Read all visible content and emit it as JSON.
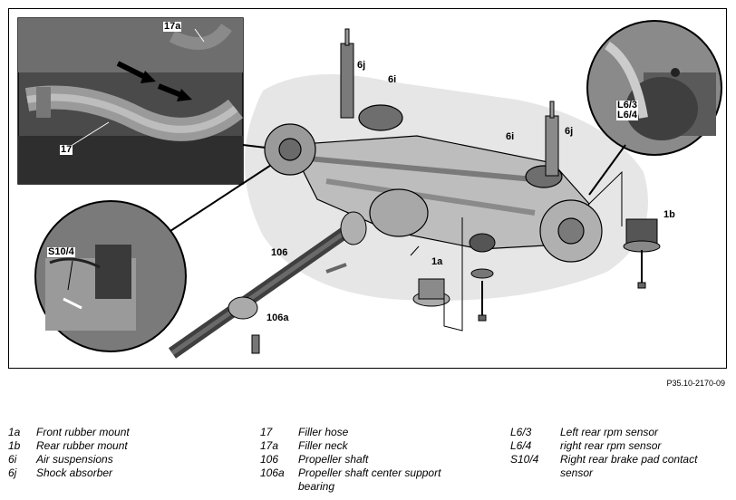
{
  "figure": {
    "code": "P35.10-2170-09",
    "callouts": {
      "c17a": "17a",
      "c17": "17",
      "c6j_left": "6j",
      "c6i_left": "6i",
      "c6i_right": "6i",
      "c6j_right": "6j",
      "cL63_L64": "L6/3\nL6/4",
      "c1b": "1b",
      "cS104": "S10/4",
      "c106": "106",
      "c1a": "1a",
      "c106a": "106a"
    }
  },
  "legend": {
    "col1": [
      {
        "code": "1a",
        "text": "Front rubber mount"
      },
      {
        "code": "1b",
        "text": "Rear rubber mount"
      },
      {
        "code": "6i",
        "text": "Air suspensions"
      },
      {
        "code": "6j",
        "text": "Shock absorber"
      }
    ],
    "col2": [
      {
        "code": "17",
        "text": "Filler hose"
      },
      {
        "code": "17a",
        "text": "Filler neck"
      },
      {
        "code": "106",
        "text": "Propeller shaft"
      },
      {
        "code": "106a",
        "text": "Propeller shaft center support bearing"
      }
    ],
    "col3": [
      {
        "code": "L6/3",
        "text": "Left rear rpm sensor"
      },
      {
        "code": "L6/4",
        "text": "right rear rpm sensor"
      },
      {
        "code": "S10/4",
        "text": "Right rear brake pad contact sensor"
      }
    ]
  }
}
